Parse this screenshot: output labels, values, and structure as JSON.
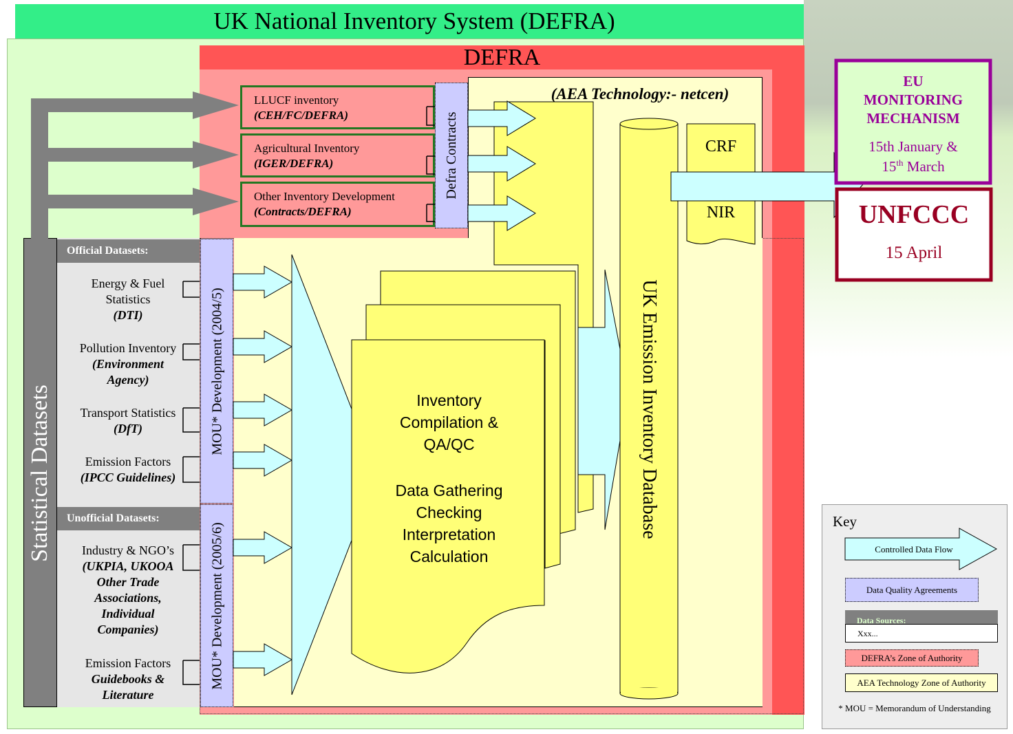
{
  "title": "UK National Inventory System (DEFRA)",
  "defra": {
    "label": "DEFRA",
    "contracts_label": "Defra Contracts",
    "inventories": [
      {
        "name": "LLUCF inventory",
        "org": "(CEH/FC/DEFRA)"
      },
      {
        "name": "Agricultural Inventory",
        "org": "(IGER/DEFRA)"
      },
      {
        "name": "Other Inventory Development",
        "org": "(Contracts/DEFRA)"
      }
    ]
  },
  "aea": {
    "label": "(AEA Technology:- netcen)",
    "compilation": [
      "Inventory",
      "Compilation &",
      "QA/QC",
      "",
      "Data Gathering",
      "Checking",
      "Interpretation",
      "Calculation"
    ],
    "database": "UK Emission Inventory Database",
    "crf": "CRF",
    "nir": "NIR"
  },
  "statistical": {
    "label": "Statistical Datasets",
    "official_header": "Official Datasets:",
    "official": [
      {
        "name": "Energy & Fuel Statistics",
        "org": "(DTI)"
      },
      {
        "name": "Pollution Inventory",
        "org": "(Environment Agency)"
      },
      {
        "name": "Transport Statistics",
        "org": "(DfT)"
      },
      {
        "name": "Emission Factors",
        "org": "(IPCC Guidelines)"
      }
    ],
    "unofficial_header": "Unofficial Datasets:",
    "unofficial": [
      {
        "name": "Industry & NGO’s",
        "org": "(UKPIA, UKOOA Other Trade Associations, Individual Companies)"
      },
      {
        "name": "Emission Factors",
        "org": "Guidebooks & Literature"
      }
    ],
    "mou1": "MOU* Development (2004/5)",
    "mou2": "MOU* Development (2005/6)"
  },
  "eu": {
    "title_lines": [
      "EU",
      "MONITORING",
      "MECHANISM"
    ],
    "date1": "15th January &",
    "date2_num": "15",
    "date2_sup": "th",
    "date2_rest": " March"
  },
  "unfccc": {
    "title": "UNFCCC",
    "date": "15 April"
  },
  "key": {
    "title": "Key",
    "flow": "Controlled Data Flow",
    "dqa": "Data Quality Agreements",
    "sources_header": "Data Sources:",
    "sources_value": "Xxx...",
    "defra_zone": "DEFRA’s Zone of Authority",
    "aea_zone": "AEA Technology Zone of Authority",
    "footnote": "* MOU = Memorandum of Understanding"
  },
  "colors": {
    "title_bar": "#33ee88",
    "outer_bg": "#ddffcc",
    "defra_red": "#ff5555",
    "defra_pink": "#ff9999",
    "aea_yellow": "#ffffcc",
    "doc_yellow": "#ffff77",
    "arrow_cyan": "#ccffff",
    "dqa_lavender": "#ccccff",
    "grey": "#808080",
    "eu_purple": "#990099",
    "unfccc_red": "#990022"
  }
}
